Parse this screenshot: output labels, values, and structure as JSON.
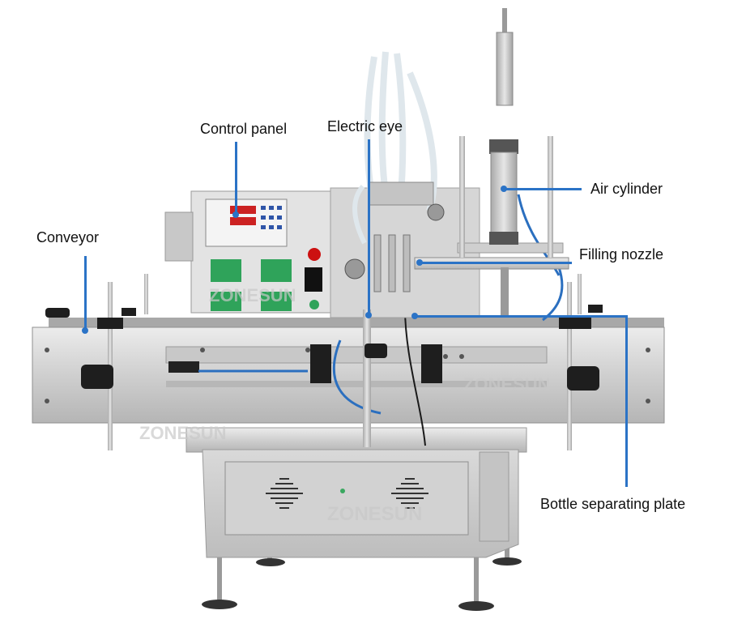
{
  "labels": {
    "control_panel": "Control panel",
    "electric_eye": "Electric eye",
    "air_cylinder": "Air cylinder",
    "conveyor": "Conveyor",
    "filling_nozzle": "Filling nozzle",
    "bottle_separating_plate": "Bottle separating plate"
  },
  "watermark": "ZONESUN",
  "colors": {
    "leader": "#2b73c6",
    "steel_light": "#dcdcdc",
    "steel_mid": "#b9b9b9",
    "steel_dark": "#8e8e8e",
    "panel_green": "#2fa35a"
  }
}
